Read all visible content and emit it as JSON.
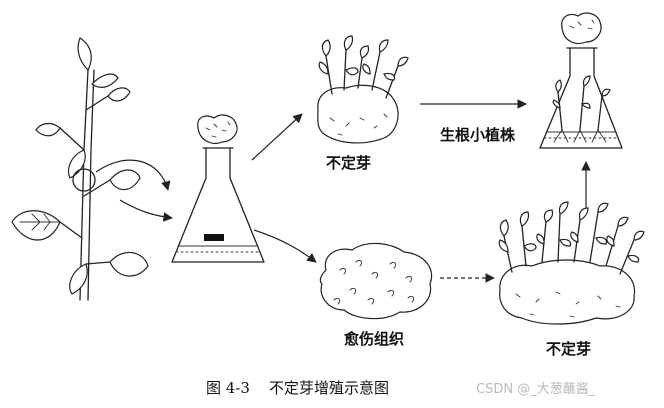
{
  "labels": {
    "adventitious_bud_top": "不定芽",
    "rooting_plantlet": "生根小植株",
    "callus": "愈伤组织",
    "adventitious_bud_bottom": "不定芽"
  },
  "caption": "图 4-3    不定芽增殖示意图",
  "watermark": "CSDN @_大葱蘸酱_"
}
